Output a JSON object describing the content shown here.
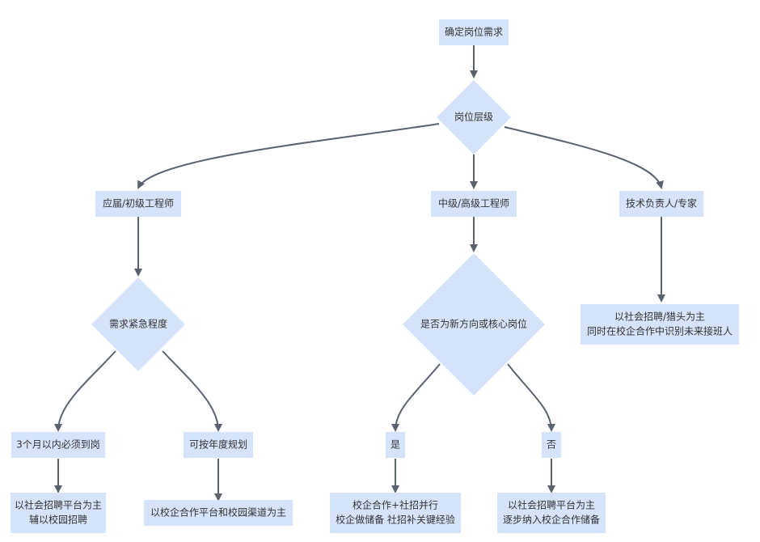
{
  "colors": {
    "node_fill": "#d6e4fb",
    "edge": "#5a6270",
    "text": "#333333"
  },
  "nodes": {
    "start": [
      "确定岗位需求"
    ],
    "level": [
      "岗位层级"
    ],
    "junior": [
      "应届/初级工程师"
    ],
    "mid": [
      "中级/高级工程师"
    ],
    "lead": [
      "技术负责人/专家"
    ],
    "urgency": [
      "需求紧急程度"
    ],
    "new_dir": [
      "是否为新方向或核心岗位"
    ],
    "lead_result": [
      "以社会招聘/猎头为主",
      "同时在校企合作中识别未来接班人"
    ],
    "urgent": [
      "3个月以内必须到岗"
    ],
    "planned": [
      "可按年度规划"
    ],
    "yes": [
      "是"
    ],
    "no": [
      "否"
    ],
    "urgent_result": [
      "以社会招聘平台为主",
      "辅以校园招聘"
    ],
    "planned_result": [
      "以校企合作平台和校园渠道为主"
    ],
    "yes_result": [
      "校企合作+社招并行",
      "校企做储备 社招补关键经验"
    ],
    "no_result": [
      "以社会招聘平台为主",
      "逐步纳入校企合作储备"
    ]
  }
}
